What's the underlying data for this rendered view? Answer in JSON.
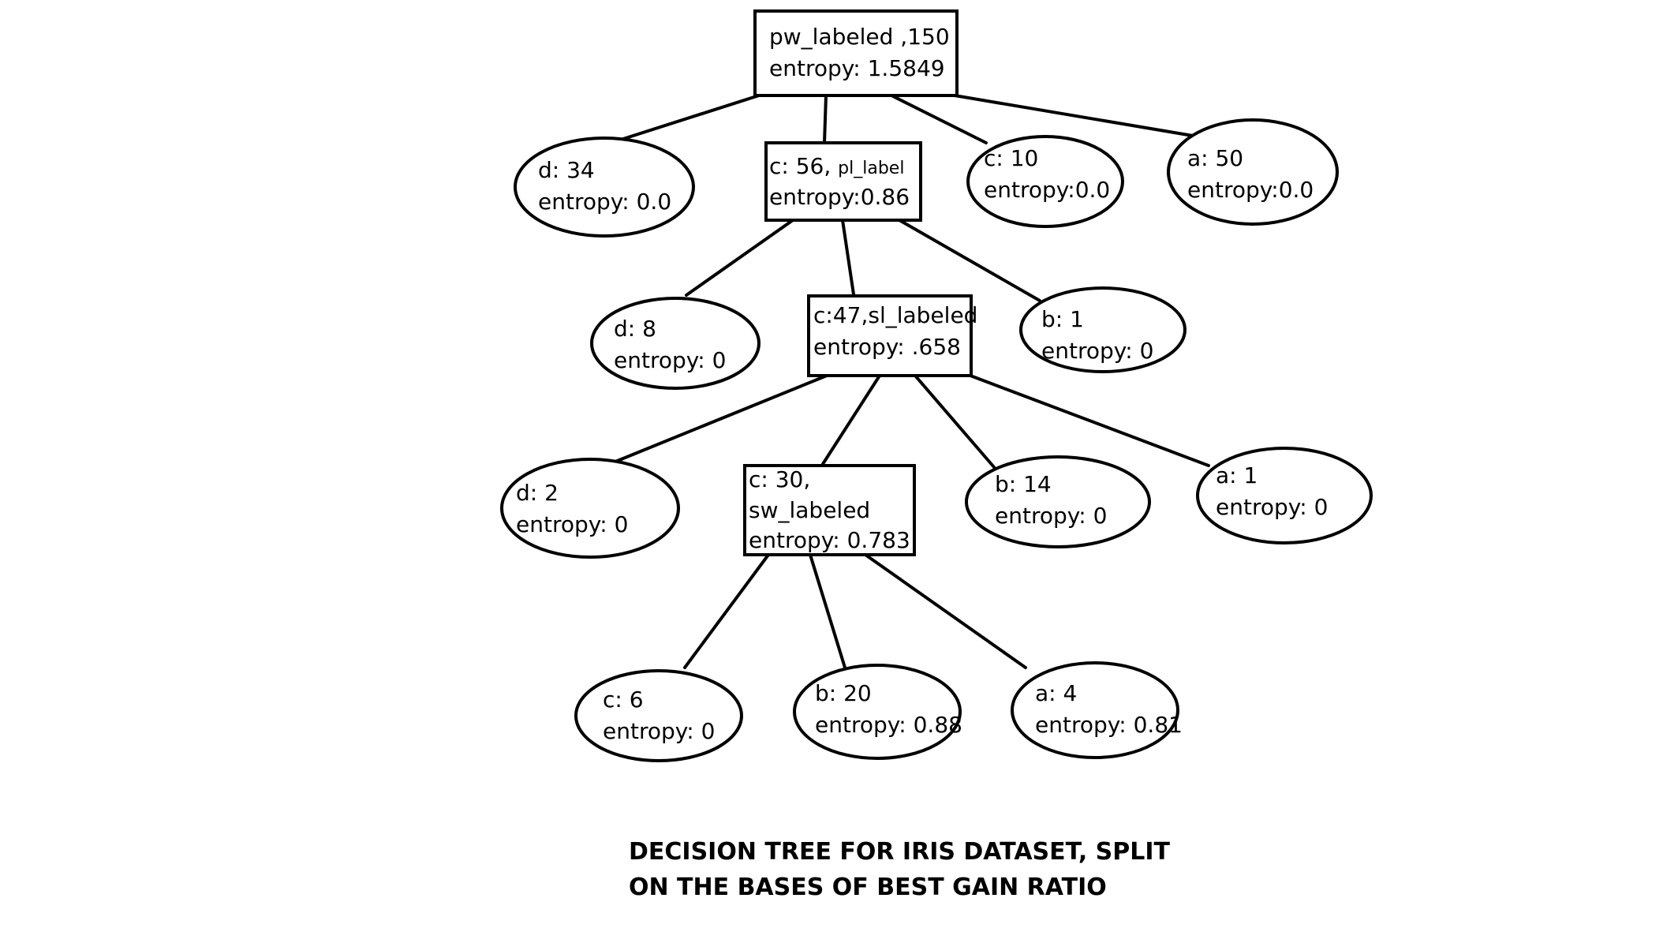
{
  "tree": {
    "root": {
      "line1": "pw_labeled ,150",
      "line2": "entropy: 1.5849"
    },
    "level1": {
      "d": {
        "line1": "d: 34",
        "line2": "entropy: 0.0"
      },
      "c": {
        "line1a": "c: 56, ",
        "line1b": "pl_label",
        "line2": "entropy:0.86"
      },
      "c10": {
        "line1": "c: 10",
        "line2": "entropy:0.0"
      },
      "a": {
        "line1": "a: 50",
        "line2": "entropy:0.0"
      }
    },
    "level2": {
      "d": {
        "line1": "d: 8",
        "line2": "entropy: 0"
      },
      "c": {
        "line1": "c:47,sl_labeled",
        "line2": "entropy: .658"
      },
      "b": {
        "line1": "b: 1",
        "line2": "entropy: 0"
      }
    },
    "level3": {
      "d": {
        "line1": "d: 2",
        "line2": "entropy: 0"
      },
      "c": {
        "line1": "c: 30,",
        "line2": "sw_labeled",
        "line3": "entropy: 0.783"
      },
      "b": {
        "line1": "b: 14",
        "line2": "entropy: 0"
      },
      "a": {
        "line1": "a: 1",
        "line2": "entropy: 0"
      }
    },
    "level4": {
      "c": {
        "line1": "c: 6",
        "line2": "entropy: 0"
      },
      "b": {
        "line1": "b: 20",
        "line2": "entropy: 0.88"
      },
      "a": {
        "line1": "a: 4",
        "line2": "entropy: 0.81"
      }
    }
  },
  "caption": {
    "line1": "DECISION TREE FOR IRIS DATASET, SPLIT",
    "line2": "ON THE BASES OF BEST GAIN RATIO"
  }
}
